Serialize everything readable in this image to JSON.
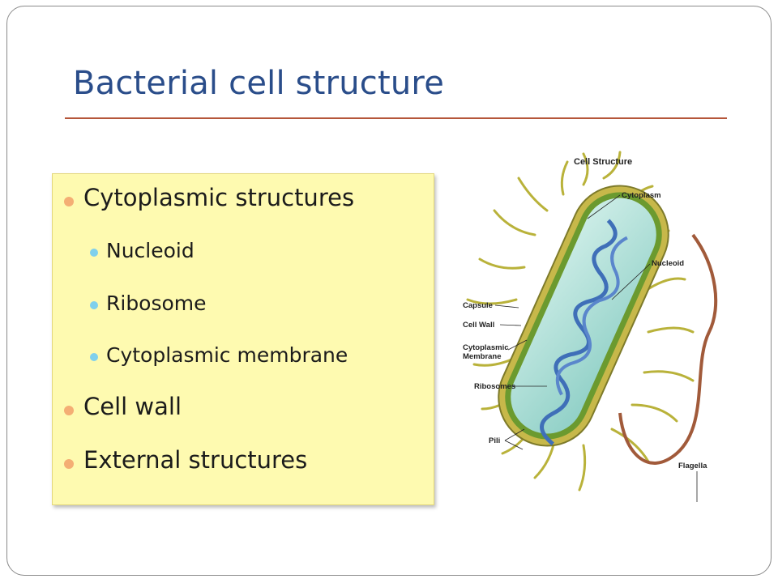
{
  "slide": {
    "title": "Bacterial cell structure",
    "bullets": {
      "cytoplasmic": "Cytoplasmic structures",
      "nucleoid": "Nucleoid",
      "ribosome": "Ribosome",
      "membrane": "Cytoplasmic membrane",
      "cell_wall": "Cell wall",
      "external": "External structures"
    }
  },
  "diagram": {
    "title": "Cell Structure",
    "labels": {
      "cytoplasm": "Cytoplasm",
      "nucleoid": "Nucleoid",
      "capsule": "Capsule",
      "cell_wall": "Cell Wall",
      "membrane_line1": "Cytoplasmic",
      "membrane_line2": "Membrane",
      "ribosomes": "Ribosomes",
      "pili": "Pili",
      "flagella": "Flagella"
    }
  },
  "colors": {
    "title": "#2a4d8a",
    "title_rule": "#b5563a",
    "box_fill": "#fefab0",
    "bullet_level1": "#f4ae74",
    "bullet_level2": "#7fd0ec"
  }
}
